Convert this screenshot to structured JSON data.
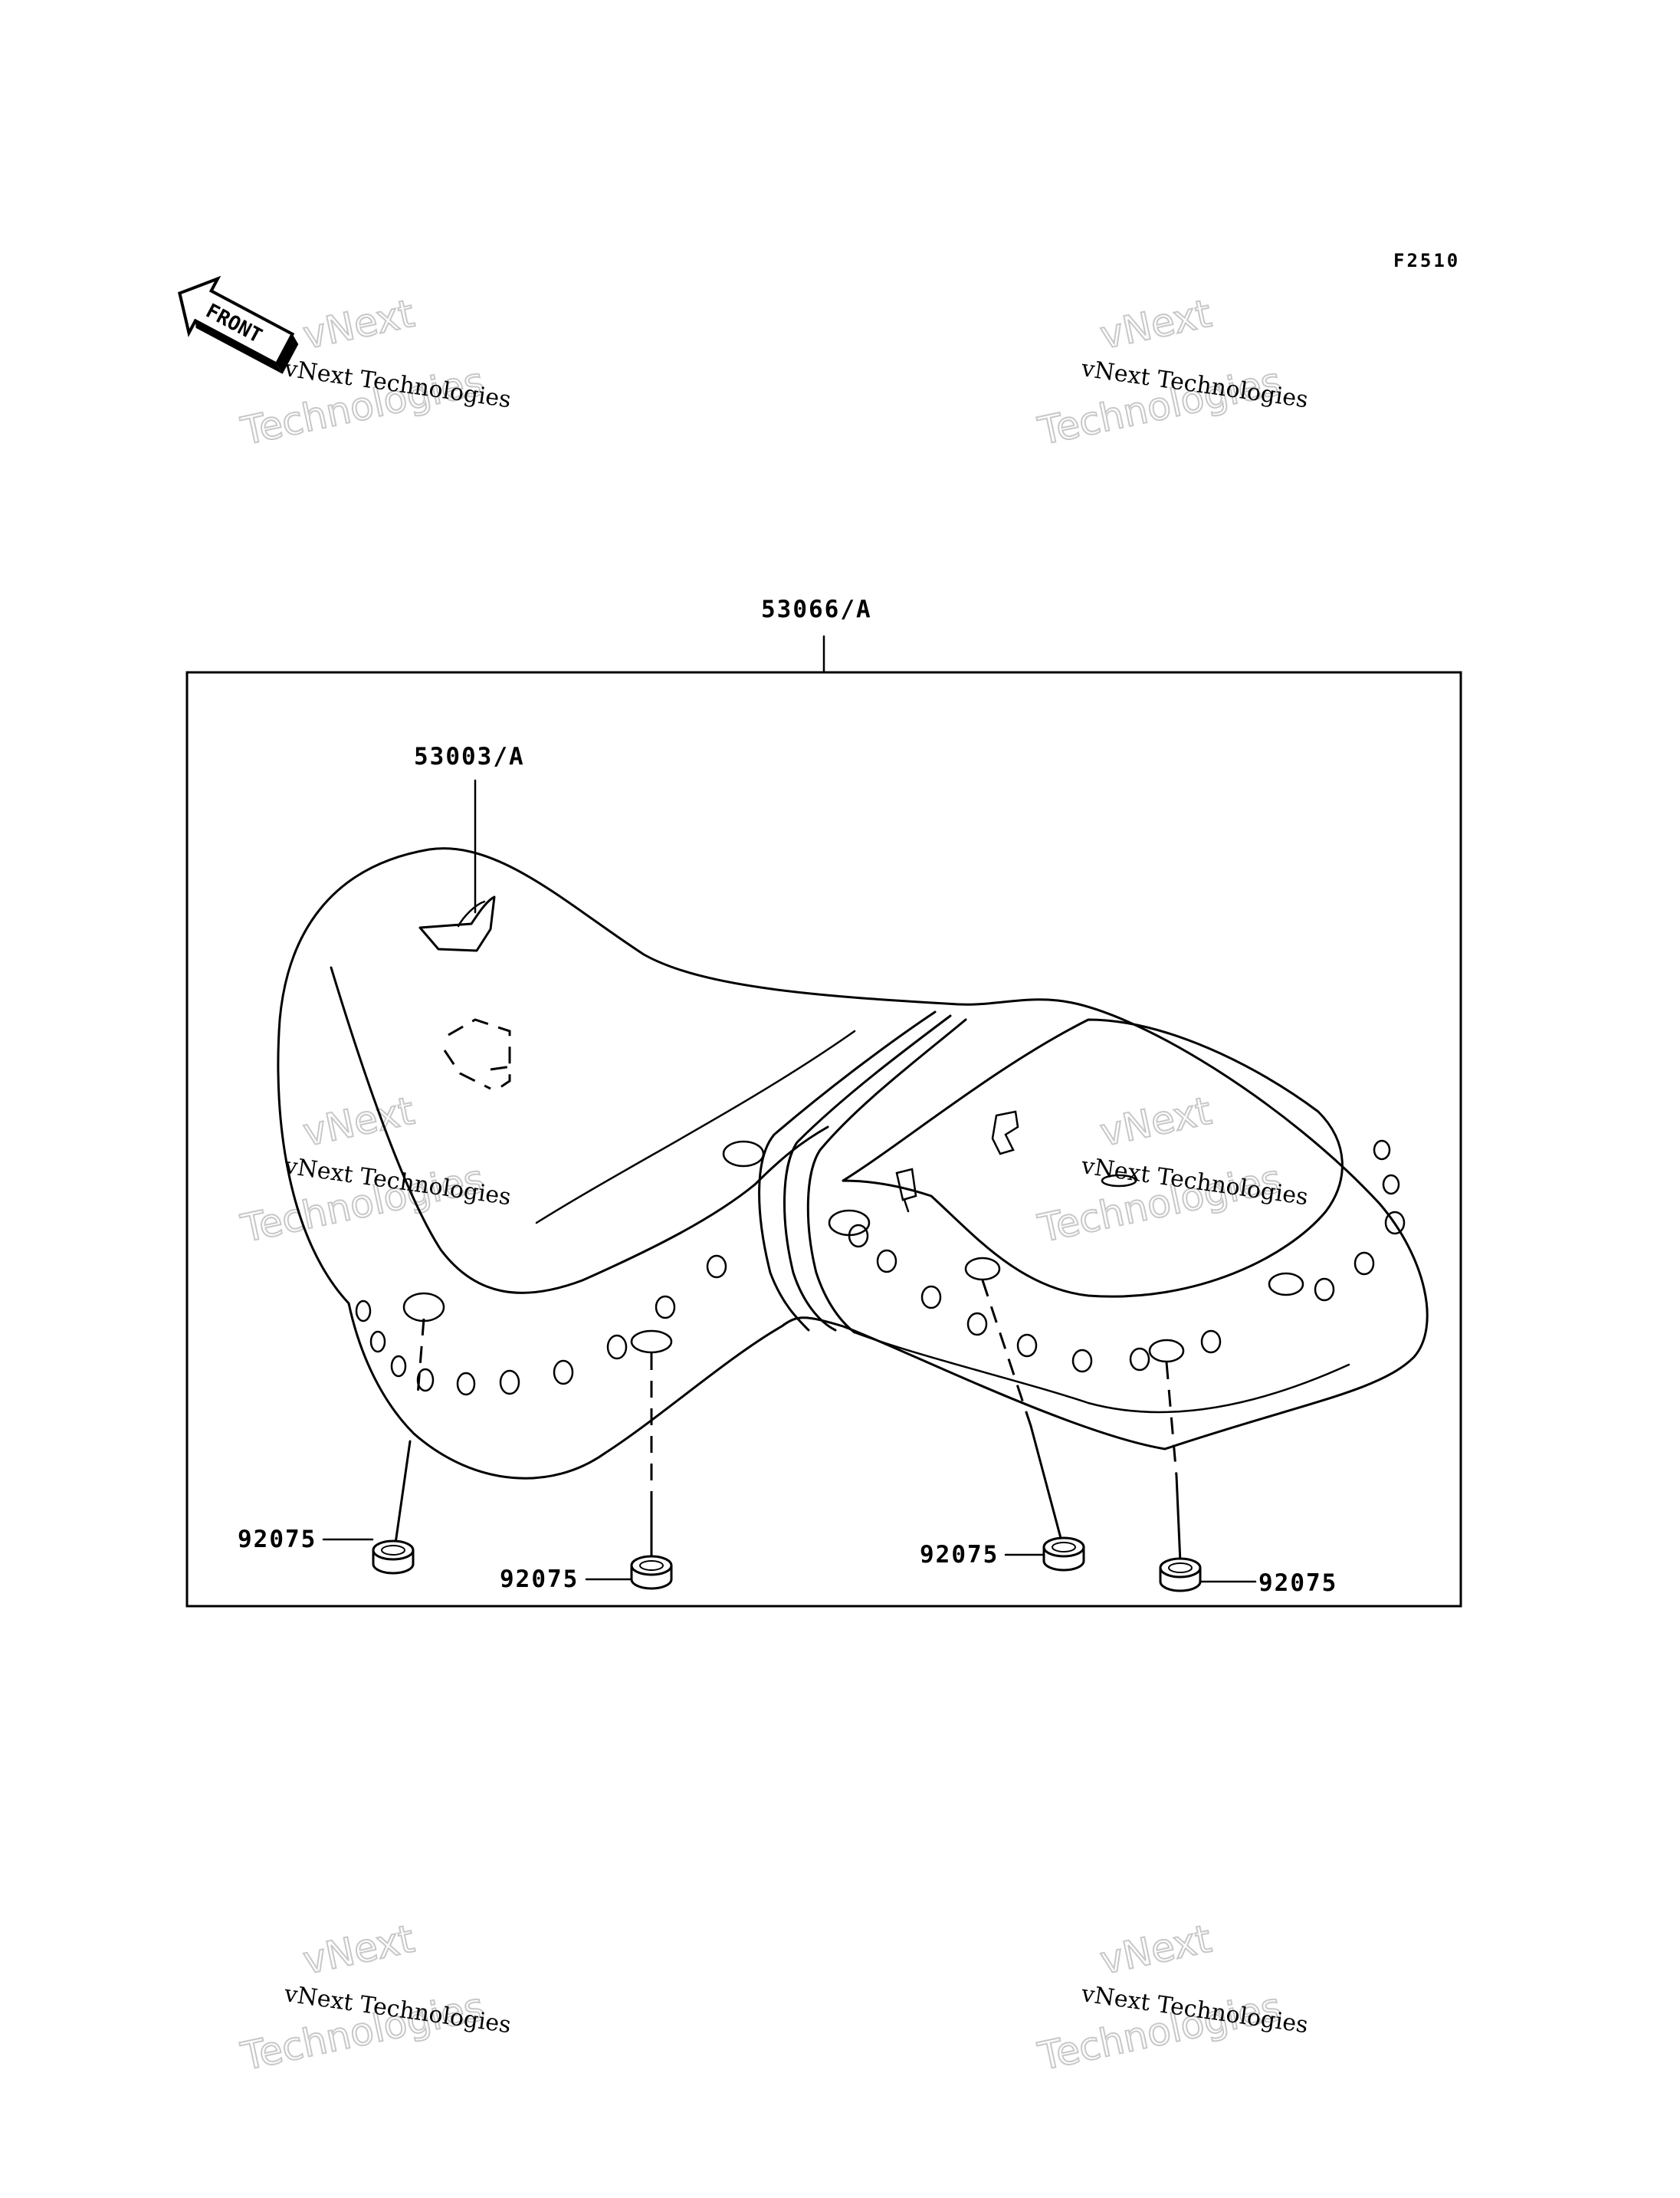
{
  "figure_code": "F2510",
  "front_arrow_label": "FRONT",
  "watermark": {
    "line_small": "vNext Technologies",
    "line_big_1": "vNext",
    "line_big_2": "Technologies"
  },
  "parts": {
    "assembly": "53066/A",
    "cover": "53003/A",
    "cap_1": "92075",
    "cap_2": "92075",
    "cap_3": "92075",
    "cap_4": "92075"
  }
}
